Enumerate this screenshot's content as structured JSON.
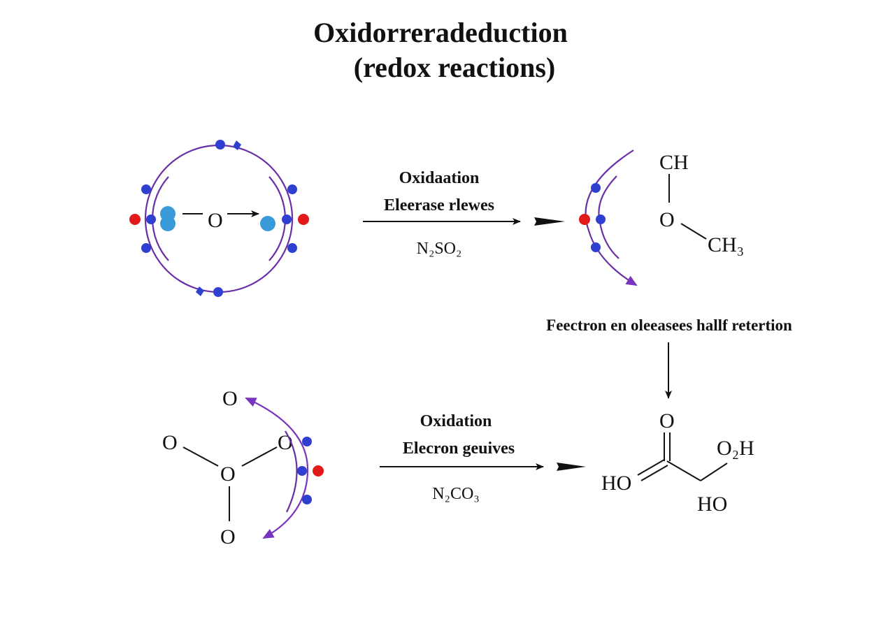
{
  "title": {
    "line1": "Oxidorreradeduction",
    "line2": "(redox reactions)"
  },
  "colors": {
    "orbit": "#6a2fa8",
    "arrow_head_purple": "#7a35c0",
    "electron_blue": "#2f3fd0",
    "electron_red": "#e31919",
    "nucleus_light_blue": "#3b9ad8",
    "ink": "#111111"
  },
  "reaction1": {
    "atom_left": {
      "center_label": "O",
      "description": "Atom with circular orbit, inner arcs, electrons and nucleus"
    },
    "arrow": {
      "label_top": "Oxidaation",
      "label_middle": "Eleerase rlewes",
      "reagent": "N₂SO₂"
    },
    "product_molecule": {
      "atoms": [
        "CH",
        "O",
        "CH₃"
      ]
    }
  },
  "half_reaction_note": {
    "text": "Feectron en oleeasees hallf retertion"
  },
  "reaction2": {
    "molecule_left": {
      "atoms": [
        "O",
        "O",
        "O",
        "O",
        "O"
      ]
    },
    "arrow": {
      "label_top": "Oxidation",
      "label_middle": "Elecron geuives",
      "reagent": "N₂CO₃"
    },
    "product_molecule": {
      "atoms": [
        "O",
        "HO",
        "O₂H",
        "HO"
      ]
    }
  }
}
